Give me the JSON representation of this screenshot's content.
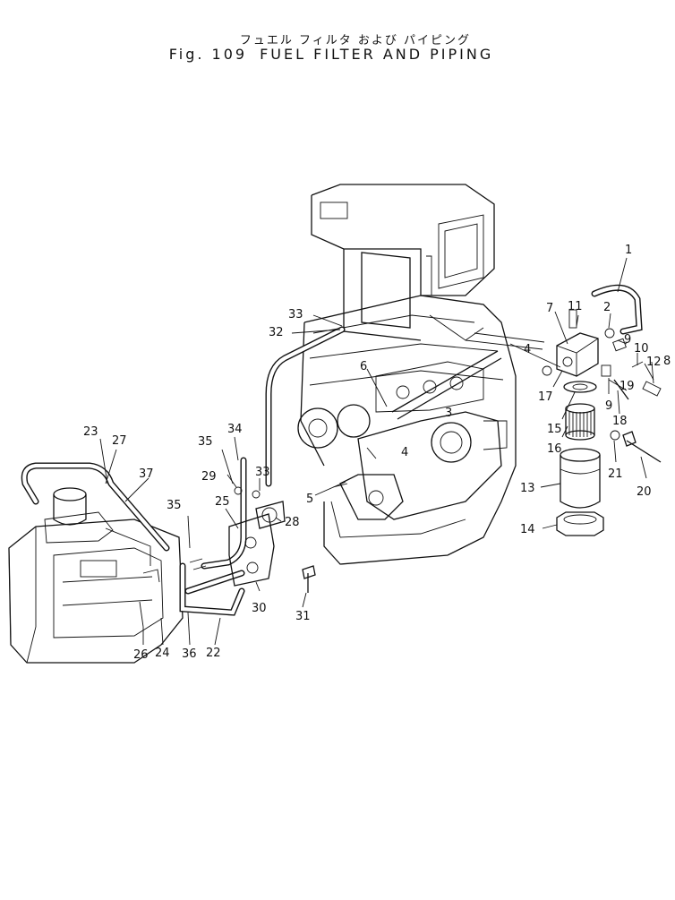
{
  "title": {
    "japanese": "フュエル フィルタ および パイピング",
    "fig": "Fig. 109",
    "english": "FUEL FILTER AND PIPING"
  },
  "callouts": [
    "1",
    "2",
    "3",
    "4",
    "4",
    "5",
    "6",
    "7",
    "8",
    "9",
    "9",
    "10",
    "11",
    "12",
    "13",
    "14",
    "15",
    "16",
    "17",
    "18",
    "19",
    "20",
    "21",
    "22",
    "23",
    "24",
    "25",
    "26",
    "27",
    "28",
    "29",
    "30",
    "31",
    "32",
    "33",
    "33",
    "34",
    "35",
    "35",
    "36",
    "37"
  ]
}
